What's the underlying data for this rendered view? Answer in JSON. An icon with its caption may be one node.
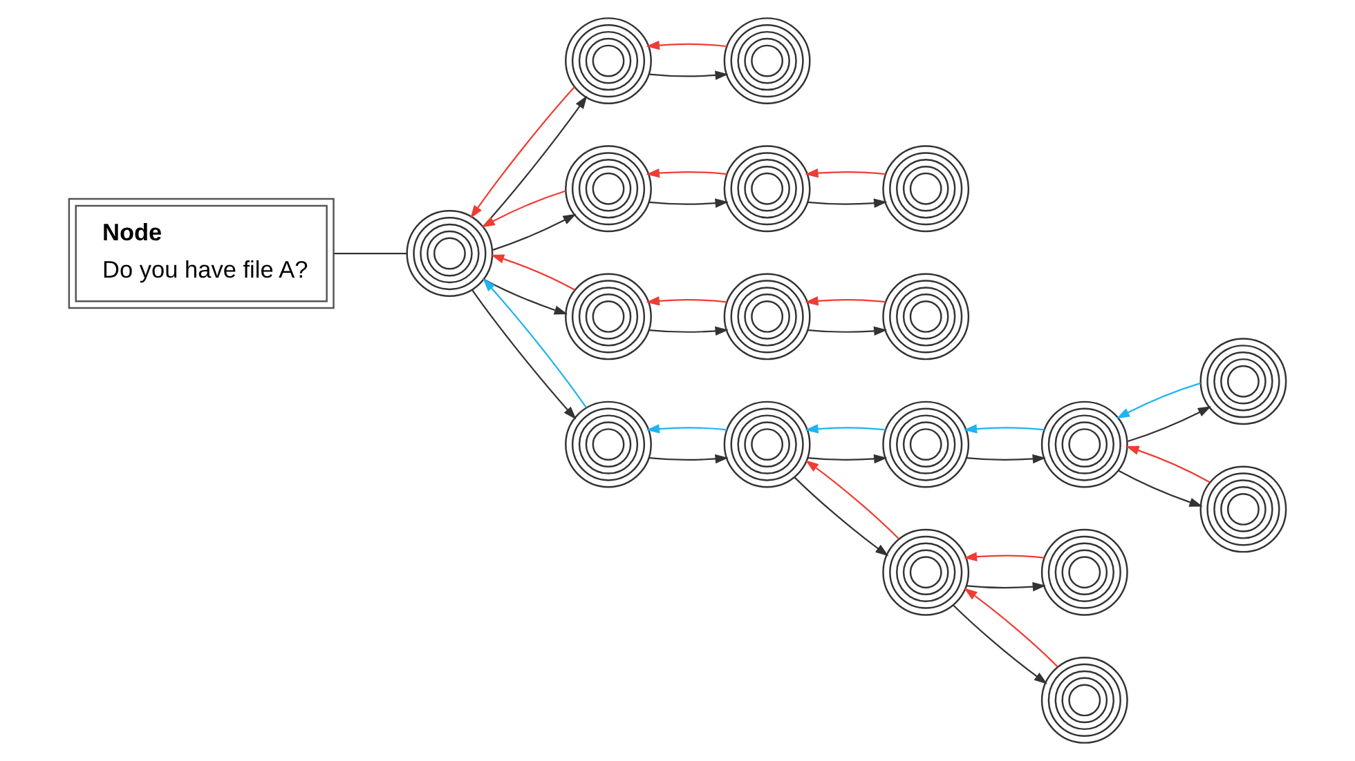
{
  "diagram": {
    "nodes": [
      {
        "text": [
          "Node",
          "Do you have file A?"
        ]
      },
      {
        "text": [],
        "shape": "circle"
      },
      {
        "text": [],
        "shape": "circle"
      },
      {
        "text": [],
        "shape": "circle"
      },
      {
        "text": [],
        "shape": "circle"
      },
      {
        "text": [],
        "shape": "circle"
      },
      {
        "text": [],
        "shape": "circle"
      },
      {
        "text": [],
        "shape": "circle"
      },
      {
        "text": [],
        "shape": "circle"
      },
      {
        "text": [],
        "shape": "circle"
      },
      {
        "text": [],
        "shape": "circle"
      },
      {
        "text": [],
        "shape": "circle"
      },
      {
        "text": [],
        "shape": "circle"
      },
      {
        "text": [],
        "shape": "circle"
      },
      {
        "text": [],
        "shape": "circle"
      },
      {
        "text": [],
        "shape": "circle"
      },
      {
        "text": [],
        "shape": "circle"
      },
      {
        "text": [],
        "shape": "circle"
      },
      {
        "text": [],
        "shape": "circle"
      }
    ],
    "edges": [
      {
        "from": 0,
        "to": 1,
        "arrow": "none"
      },
      {
        "from": 1,
        "to": 6,
        "arrow": "to"
      },
      {
        "from": 6,
        "to": 10,
        "arrow": "to"
      },
      {
        "from": 1,
        "to": 5,
        "arrow": "to"
      },
      {
        "from": 5,
        "to": 4,
        "arrow": "to"
      },
      {
        "from": 4,
        "to": 8,
        "arrow": "to"
      },
      {
        "from": 1,
        "to": 3,
        "arrow": "to"
      },
      {
        "from": 3,
        "to": 9,
        "arrow": "to"
      },
      {
        "from": 9,
        "to": 11,
        "arrow": "to"
      },
      {
        "from": 1,
        "to": 2,
        "arrow": "to"
      },
      {
        "from": 2,
        "to": 7,
        "arrow": "to"
      },
      {
        "from": 10,
        "to": 14,
        "arrow": "to"
      },
      {
        "from": 14,
        "to": 16,
        "arrow": "to"
      },
      {
        "from": 14,
        "to": 15,
        "arrow": "to"
      },
      {
        "from": 10,
        "to": 12,
        "arrow": "to"
      },
      {
        "from": 12,
        "to": 13,
        "arrow": "to"
      },
      {
        "from": 13,
        "to": 18,
        "arrow": "to"
      },
      {
        "from": 13,
        "to": 17,
        "arrow": "to"
      },
      {
        "from": 6,
        "to": 1,
        "arrow": "to",
        "color": "#1eb4f0"
      },
      {
        "from": 10,
        "to": 6,
        "arrow": "to",
        "color": "#1eb4f0"
      },
      {
        "from": 12,
        "to": 10,
        "arrow": "to",
        "color": "#1eb4f0"
      },
      {
        "from": 13,
        "to": 12,
        "arrow": "to",
        "color": "#1eb4f0"
      },
      {
        "from": 17,
        "to": 13,
        "arrow": "to",
        "color": "#1eb4f0"
      },
      {
        "from": 5,
        "to": 1,
        "arrow": "to",
        "color": "#f03c32"
      },
      {
        "from": 4,
        "to": 5,
        "arrow": "to",
        "color": "#f03c32"
      },
      {
        "from": 8,
        "to": 4,
        "arrow": "to",
        "color": "#f03c32"
      },
      {
        "from": 3,
        "to": 1,
        "arrow": "to",
        "color": "#f03c32"
      },
      {
        "from": 9,
        "to": 3,
        "arrow": "to",
        "color": "#f03c32"
      },
      {
        "from": 11,
        "to": 9,
        "arrow": "to",
        "color": "#f03c32"
      },
      {
        "from": 2,
        "to": 1,
        "arrow": "to",
        "color": "#f03c32"
      },
      {
        "from": 7,
        "to": 2,
        "arrow": "to",
        "color": "#f03c32"
      },
      {
        "from": 14,
        "to": 10,
        "arrow": "to",
        "color": "#f03c32"
      },
      {
        "from": 16,
        "to": 14,
        "arrow": "to",
        "color": "#f03c32"
      },
      {
        "from": 15,
        "to": 14,
        "arrow": "to",
        "color": "#f03c32"
      },
      {
        "from": 18,
        "to": 13,
        "arrow": "to",
        "color": "#f03c32"
      }
    ]
  }
}
